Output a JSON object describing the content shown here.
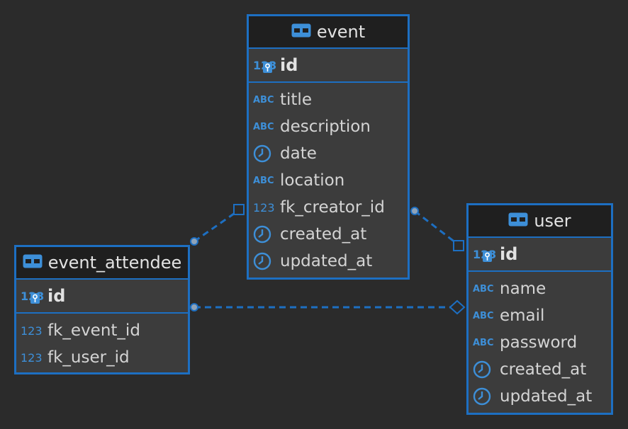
{
  "diagram": {
    "colors": {
      "background": "#2b2b2b",
      "accent": "#1d6fc2",
      "table_body": "#3c3c3c",
      "table_header": "#1f1f1f",
      "type_icon": "#3d8fd8"
    },
    "tables": {
      "event": {
        "name": "event",
        "pk": {
          "type_label": "123",
          "name": "id"
        },
        "columns": [
          {
            "type_label": "ABC",
            "icon": "text-type-icon",
            "name": "title"
          },
          {
            "type_label": "ABC",
            "icon": "text-type-icon",
            "name": "description"
          },
          {
            "type_label": "",
            "icon": "datetime-clock-icon",
            "name": "date"
          },
          {
            "type_label": "ABC",
            "icon": "text-type-icon",
            "name": "location"
          },
          {
            "type_label": "123",
            "icon": "numeric-type-icon",
            "name": "fk_creator_id"
          },
          {
            "type_label": "",
            "icon": "datetime-clock-icon",
            "name": "created_at"
          },
          {
            "type_label": "",
            "icon": "datetime-clock-icon",
            "name": "updated_at"
          }
        ]
      },
      "event_attendee": {
        "name": "event_attendee",
        "pk": {
          "type_label": "123",
          "name": "id"
        },
        "columns": [
          {
            "type_label": "123",
            "icon": "numeric-type-icon",
            "name": "fk_event_id"
          },
          {
            "type_label": "123",
            "icon": "numeric-type-icon",
            "name": "fk_user_id"
          }
        ]
      },
      "user": {
        "name": "user",
        "pk": {
          "type_label": "123",
          "name": "id"
        },
        "columns": [
          {
            "type_label": "ABC",
            "icon": "text-type-icon",
            "name": "name"
          },
          {
            "type_label": "ABC",
            "icon": "text-type-icon",
            "name": "email"
          },
          {
            "type_label": "ABC",
            "icon": "text-type-icon",
            "name": "password"
          },
          {
            "type_label": "",
            "icon": "datetime-clock-icon",
            "name": "created_at"
          },
          {
            "type_label": "",
            "icon": "datetime-clock-icon",
            "name": "updated_at"
          }
        ]
      }
    },
    "relationships": [
      {
        "from": "event_attendee",
        "to": "event",
        "from_end": "circle",
        "to_end": "square"
      },
      {
        "from": "event",
        "to": "user",
        "from_end": "circle",
        "to_end": "square"
      },
      {
        "from": "event_attendee",
        "to": "user",
        "from_end": "circle",
        "to_end": "diamond"
      }
    ]
  }
}
